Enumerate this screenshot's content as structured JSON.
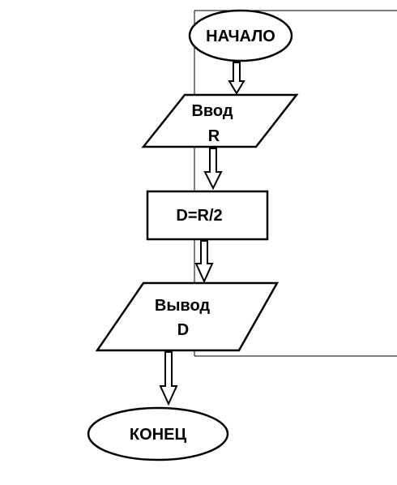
{
  "diagram": {
    "start": {
      "label": "НАЧАЛО"
    },
    "input": {
      "line1": "Ввод",
      "line2": "R"
    },
    "process": {
      "label": "D=R/2"
    },
    "output": {
      "line1": "Вывод",
      "line2": "D"
    },
    "end": {
      "label": "КОНЕЦ"
    }
  },
  "colors": {
    "stroke": "#000000",
    "background": "#ffffff"
  }
}
